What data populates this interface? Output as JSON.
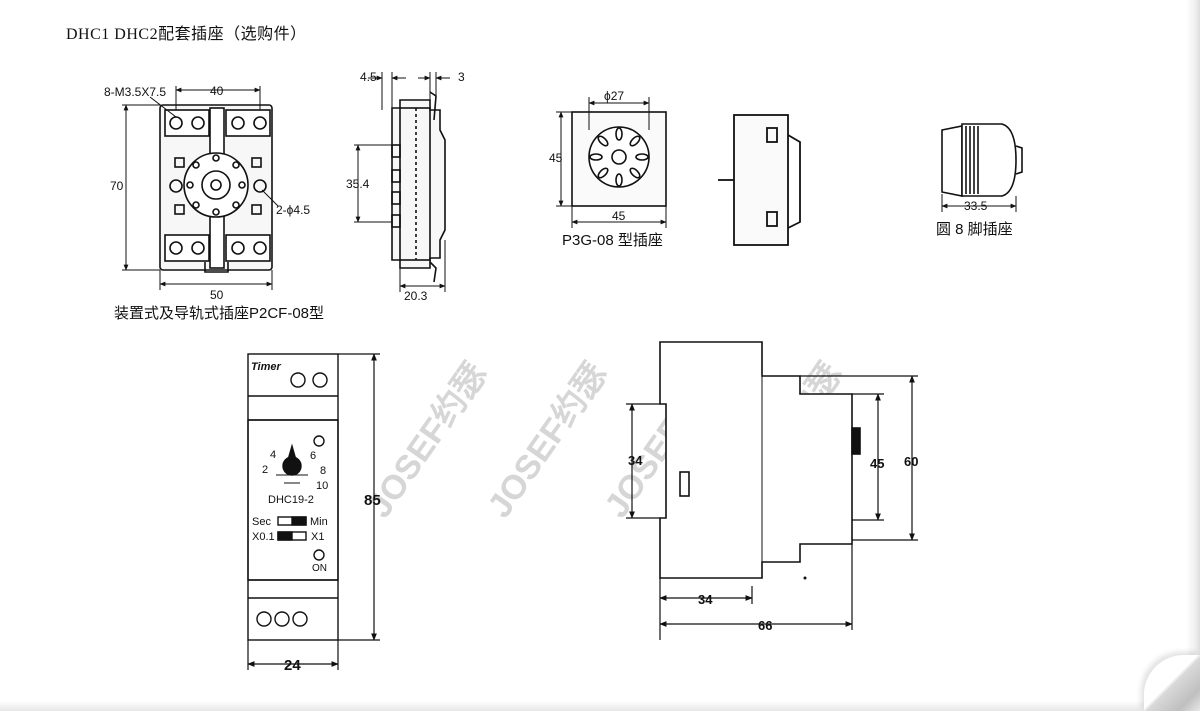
{
  "title": "DHC1 DHC2配套插座（选购件）",
  "socket_p2cf": {
    "caption": "装置式及导轨式插座P2CF-08型",
    "dim_screws": "8-M3.5X7.5",
    "dim_width_top": "40",
    "dim_height": "70",
    "dim_holes": "2-ϕ4.5",
    "dim_width_bottom": "50"
  },
  "socket_side": {
    "dim_left": "4.5",
    "dim_right": "3",
    "dim_height": "35.4",
    "dim_depth": "20.3"
  },
  "socket_p3g": {
    "caption": "P3G-08 型插座",
    "dim_diameter": "ϕ27",
    "dim_height": "45",
    "dim_width": "45"
  },
  "socket_round": {
    "caption": "圆 8 脚插座",
    "dim_width": "33.5"
  },
  "timer_front": {
    "brand": "Timer",
    "model": "DHC19-2",
    "dial_marks": [
      "2",
      "4",
      "6",
      "8",
      "10"
    ],
    "switch1_left": "Sec",
    "switch1_right": "Min",
    "switch2_left": "X0.1",
    "switch2_right": "X1",
    "on_label": "ON",
    "dim_height": "85",
    "dim_width": "24"
  },
  "timer_side": {
    "dim_left_height": "34",
    "dim_right_inner": "45",
    "dim_right_outer": "60",
    "dim_bottom_inner": "34",
    "dim_bottom_outer": "66"
  },
  "watermark": "JOSEF约瑟"
}
